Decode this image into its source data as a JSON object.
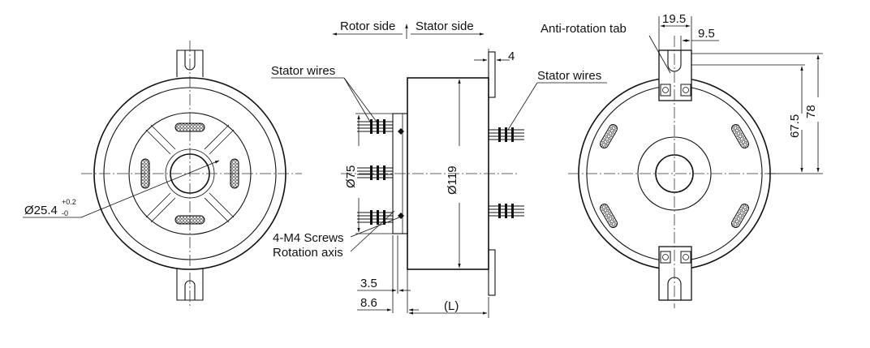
{
  "labels": {
    "rotor_side": "Rotor side",
    "stator_side": "Stator side",
    "stator_wires_left": "Stator wires",
    "stator_wires_right": "Stator wires",
    "anti_rotation_tab": "Anti-rotation tab",
    "screws": "4-M4 Screws",
    "rotation_axis": "Rotation axis"
  },
  "dimensions": {
    "bore_main": "Ø25.4",
    "bore_tol_upper": "+0.2",
    "bore_tol_lower": "-0",
    "d75": "Ø75",
    "d119": "Ø119",
    "flange_thk": "4",
    "d3_5": "3.5",
    "d8_6": "8.6",
    "length": "(L)",
    "tab_19_5": "19.5",
    "tab_9_5": "9.5",
    "h67_5": "67.5",
    "h78": "78"
  }
}
